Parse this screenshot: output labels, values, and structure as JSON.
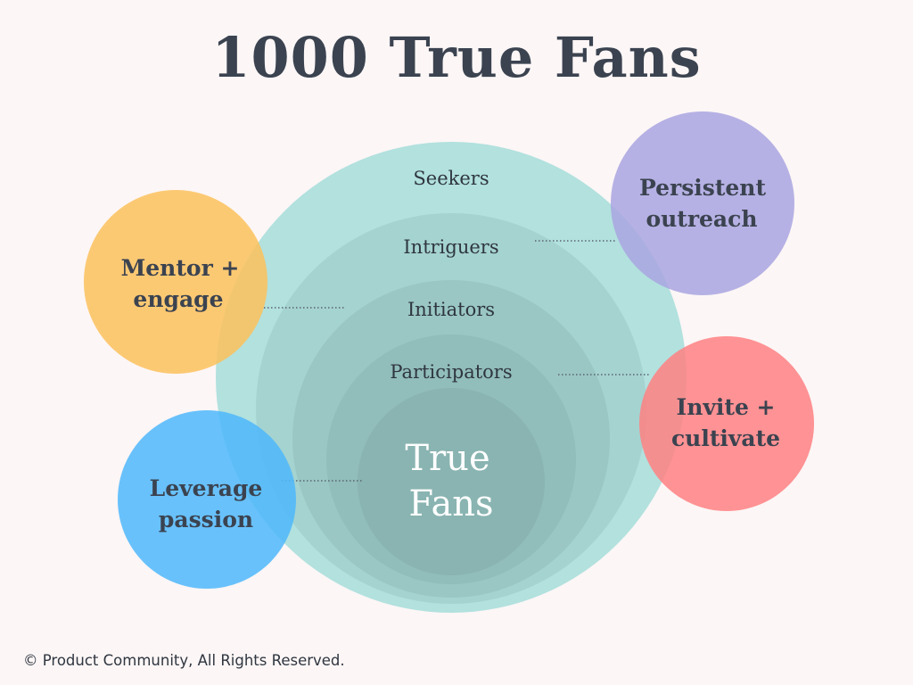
{
  "title": "1000 True Fans",
  "rings": [
    {
      "label": "Seekers"
    },
    {
      "label": "Intriguers"
    },
    {
      "label": "Initiators"
    },
    {
      "label": "Participators"
    },
    {
      "label_lines": [
        "True",
        "Fans"
      ]
    }
  ],
  "actions": [
    {
      "lines": [
        "Mentor +",
        "engage"
      ],
      "color": "#fcc15c"
    },
    {
      "lines": [
        "Persistent",
        "outreach"
      ],
      "color": "#a9a4e0"
    },
    {
      "lines": [
        "Invite +",
        "cultivate"
      ],
      "color": "#ff8083"
    },
    {
      "lines": [
        "Leverage",
        "passion"
      ],
      "color": "#4eb7fb"
    }
  ],
  "colors": {
    "ring_outer": "#b2e1de",
    "ring_overlay": "#5e7f7f",
    "label_dark": "#2f3640",
    "action_text": "#3b4350",
    "true_fans_text": "#ffffff",
    "connector": "#5a6370"
  },
  "footer": "© Product Community, All Rights Reserved."
}
